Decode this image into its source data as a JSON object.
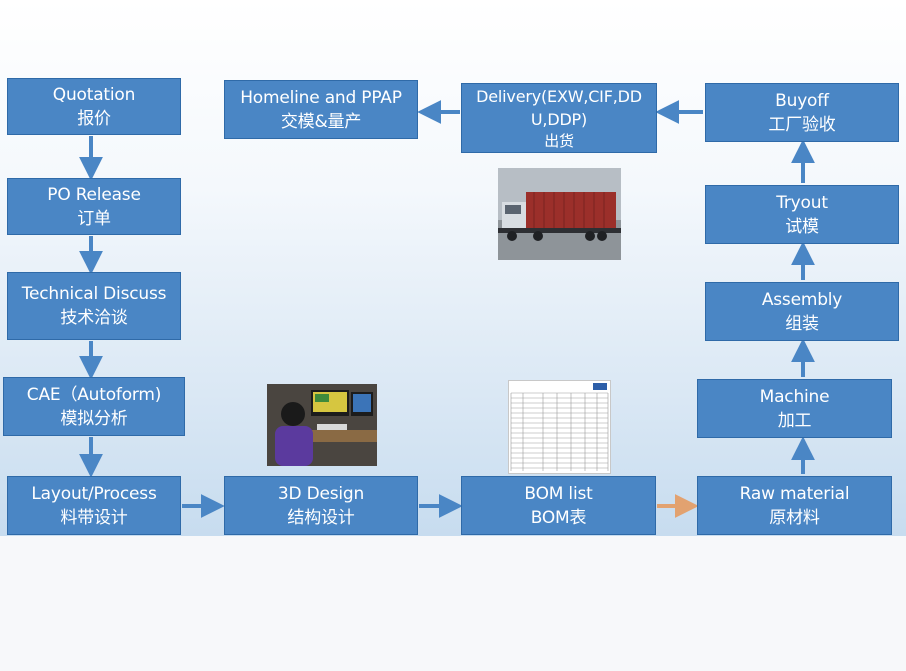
{
  "colors": {
    "box_fill": "#4a86c5",
    "box_border": "#2f6aa8",
    "text": "#ffffff",
    "arrow": "#4a86c5",
    "arrow_orange": "#e2a270"
  },
  "nodes": {
    "quotation": {
      "en": "Quotation",
      "zh": "报价"
    },
    "po_release": {
      "en": "PO Release",
      "zh": "订单"
    },
    "technical_discuss": {
      "en": "Technical Discuss",
      "zh": "技术洽谈"
    },
    "cae": {
      "en": "CAE（Autoform)",
      "zh": "模拟分析"
    },
    "layout_process": {
      "en": "Layout/Process",
      "zh": "料带设计"
    },
    "design_3d": {
      "en": "3D Design",
      "zh": "结构设计"
    },
    "bom_list": {
      "en": "BOM list",
      "zh": "BOM表"
    },
    "raw_material": {
      "en": "Raw material",
      "zh": "原材料"
    },
    "machine": {
      "en": "Machine",
      "zh": "加工"
    },
    "assembly": {
      "en": "Assembly",
      "zh": "组装"
    },
    "tryout": {
      "en": "Tryout",
      "zh": "试模"
    },
    "buyoff": {
      "en": "Buyoff",
      "zh": "工厂验收"
    },
    "delivery": {
      "en": "Delivery(EXW,CIF,DDU,DDP)",
      "zh": "出货"
    },
    "homeline_ppap": {
      "en": "Homeline and PPAP",
      "zh": "交模&量产"
    }
  },
  "images": {
    "truck": "container-truck-photo",
    "designer": "designer-at-computer-photo",
    "bom_sheet": "bom-spreadsheet-thumbnail"
  }
}
